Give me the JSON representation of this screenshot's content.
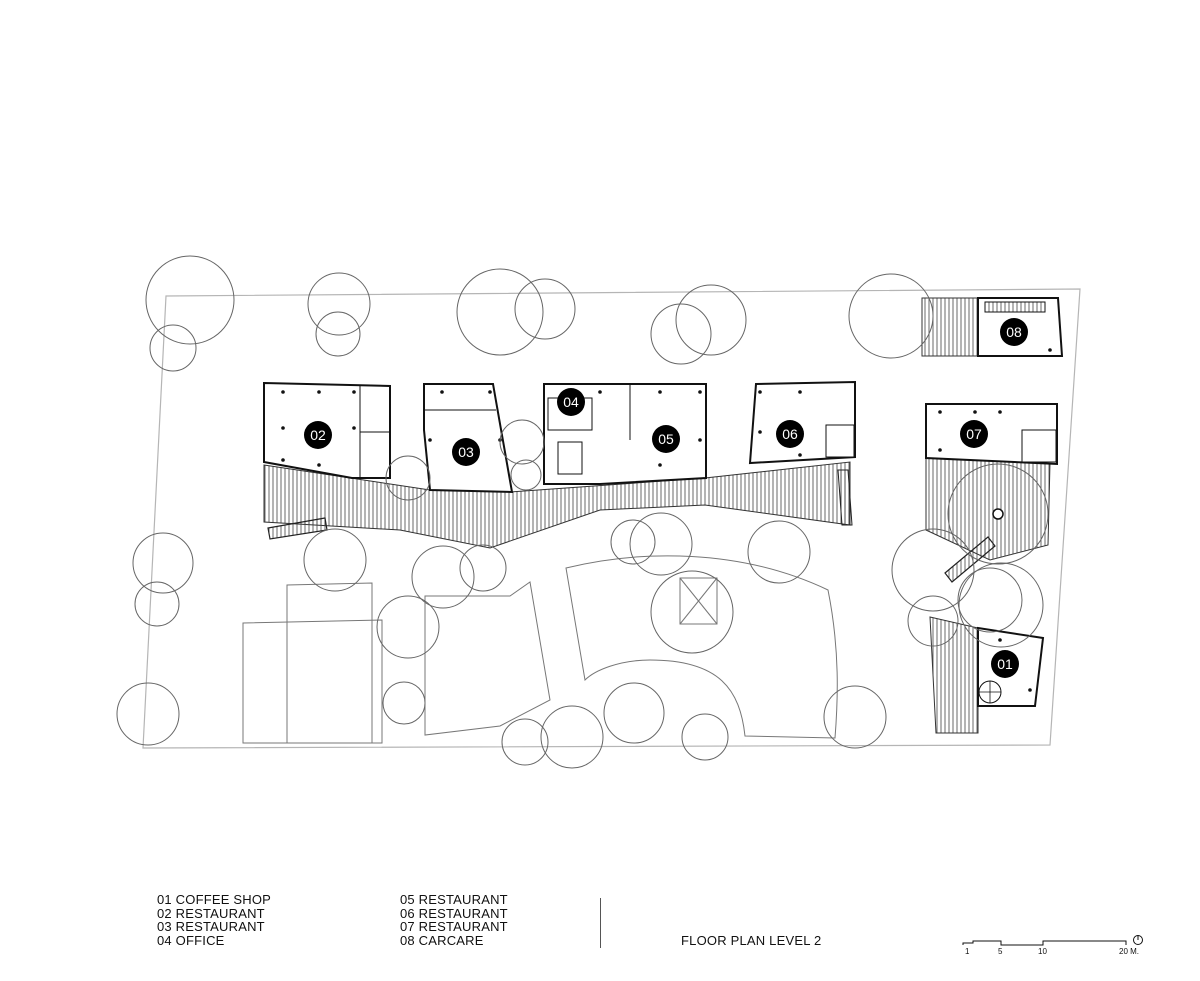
{
  "legend": {
    "left": [
      "01 COFFEE SHOP",
      "02 RESTAURANT",
      "03 RESTAURANT",
      "04 OFFICE"
    ],
    "right": [
      "05 RESTAURANT",
      "06 RESTAURANT",
      "07 RESTAURANT",
      "08 CARCARE"
    ]
  },
  "plan_title": "FLOOR PLAN LEVEL 2",
  "scale_bar": {
    "labels": [
      "1",
      "5",
      "10",
      "20 M."
    ]
  },
  "units": [
    "01",
    "02",
    "03",
    "04",
    "05",
    "06",
    "07",
    "08"
  ],
  "colors": {
    "line": "#111111",
    "thin_line": "#777777",
    "marker_fill": "#000000",
    "marker_text": "#ffffff",
    "hatch": "#444444"
  }
}
